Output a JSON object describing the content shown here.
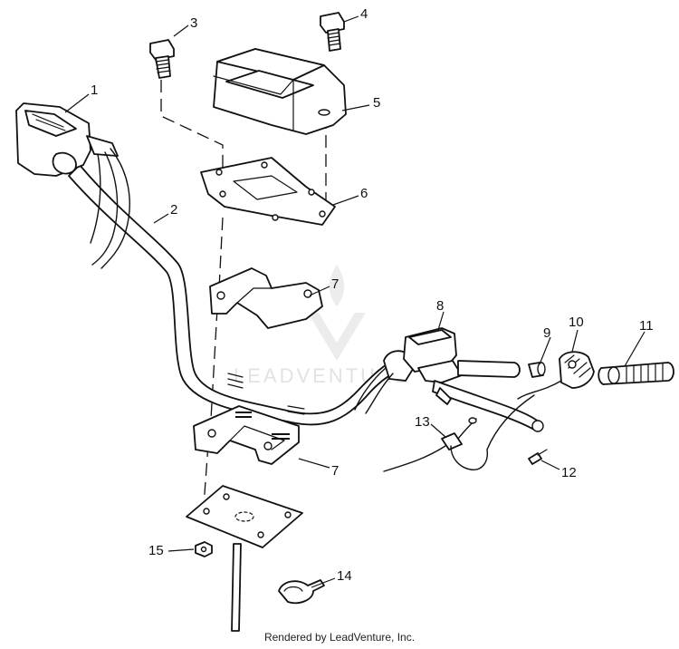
{
  "diagram": {
    "watermark": "LEADVENTURE",
    "callouts": [
      {
        "id": "1",
        "label": "1"
      },
      {
        "id": "2",
        "label": "2"
      },
      {
        "id": "3",
        "label": "3"
      },
      {
        "id": "4",
        "label": "4"
      },
      {
        "id": "5",
        "label": "5"
      },
      {
        "id": "6",
        "label": "6"
      },
      {
        "id": "7a",
        "label": "7"
      },
      {
        "id": "7b",
        "label": "7"
      },
      {
        "id": "8",
        "label": "8"
      },
      {
        "id": "9",
        "label": "9"
      },
      {
        "id": "10",
        "label": "10"
      },
      {
        "id": "11",
        "label": "11"
      },
      {
        "id": "12",
        "label": "12"
      },
      {
        "id": "13",
        "label": "13"
      },
      {
        "id": "14",
        "label": "14"
      },
      {
        "id": "15",
        "label": "15"
      }
    ]
  },
  "footer": {
    "credit": "Rendered by LeadVenture, Inc."
  }
}
